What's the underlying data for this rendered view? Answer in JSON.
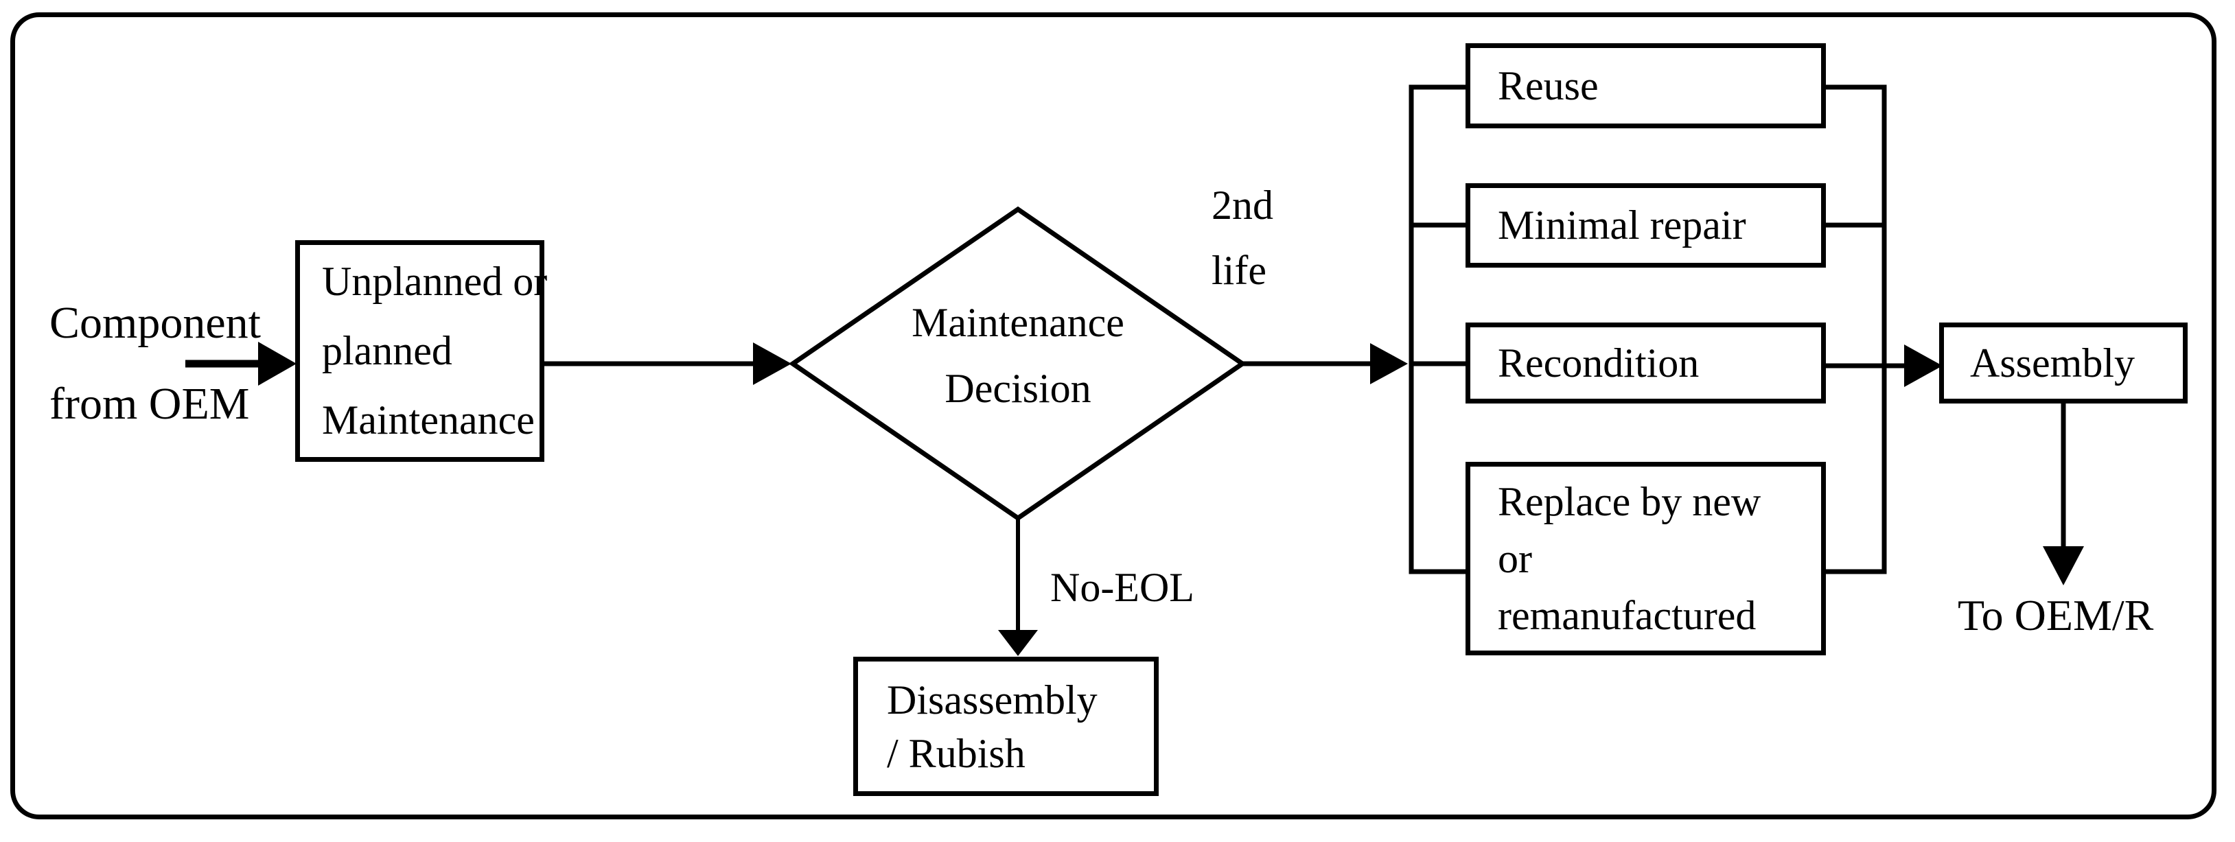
{
  "figure": {
    "background_color": "#ffffff",
    "line_color": "#000000",
    "type": "flowchart"
  },
  "diagram": {
    "nodes": {
      "component": {
        "type": "source-label",
        "lines": [
          "Component",
          "from OEM"
        ]
      },
      "maintenance": {
        "type": "process",
        "lines": [
          "Unplanned or",
          "planned",
          "Maintenance"
        ]
      },
      "decision": {
        "type": "decision",
        "lines": [
          "Maintenance",
          "Decision"
        ]
      },
      "reuse": {
        "type": "process",
        "label": "Reuse"
      },
      "minimal_repair": {
        "type": "process",
        "label": "Minimal repair"
      },
      "recondition": {
        "type": "process",
        "label": "Recondition"
      },
      "replace": {
        "type": "process",
        "lines": [
          "Replace by new",
          "or",
          "remanufactured"
        ]
      },
      "assembly": {
        "type": "process",
        "label": "Assembly"
      },
      "disassembly": {
        "type": "process",
        "lines": [
          "Disassembly",
          "/ Rubish"
        ]
      },
      "to_oem": {
        "type": "sink-label",
        "label": "To OEM/R"
      }
    },
    "edge_labels": {
      "second_life": {
        "lines": [
          "2nd",
          "life"
        ]
      },
      "no_eol": {
        "label": "No-EOL"
      }
    }
  }
}
